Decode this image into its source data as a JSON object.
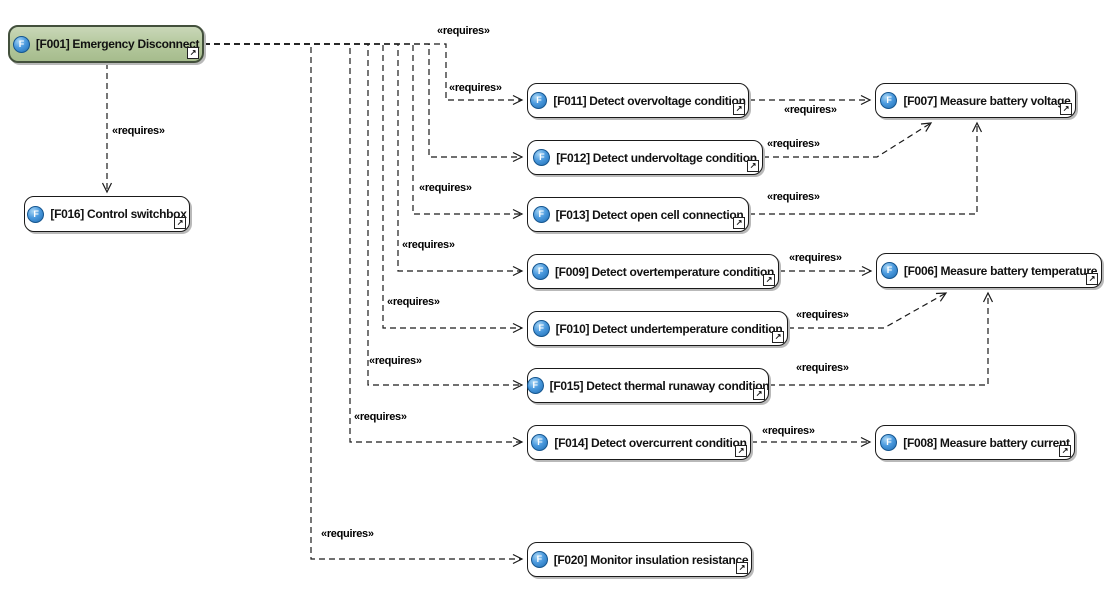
{
  "diagram": {
    "stereotype_label": "«requires»",
    "background": "#ffffff"
  },
  "colors": {
    "node_fill": "#ffffff",
    "node_border": "#1a1a1a",
    "highlight_node_fill": "#b3c79b",
    "highlight_node_border": "#43503c",
    "function_icon_blue": "#2e82c8",
    "line": "#1a1a1a",
    "shadow": "#b9b9b9"
  },
  "icons": {
    "function_glyph": "F",
    "open_diagram_glyph": "↗"
  },
  "nodes": [
    {
      "id": "F001",
      "label": "[F001] Emergency Disconnect"
    },
    {
      "id": "F016",
      "label": "[F016] Control switchbox"
    },
    {
      "id": "F011",
      "label": "[F011] Detect overvoltage condition"
    },
    {
      "id": "F007",
      "label": "[F007] Measure battery voltage"
    },
    {
      "id": "F012",
      "label": "[F012] Detect undervoltage condition"
    },
    {
      "id": "F013",
      "label": "[F013] Detect open cell connection"
    },
    {
      "id": "F009",
      "label": "[F009] Detect overtemperature condition"
    },
    {
      "id": "F006",
      "label": "[F006] Measure battery temperature"
    },
    {
      "id": "F010",
      "label": "[F010] Detect undertemperature condition"
    },
    {
      "id": "F015",
      "label": "[F015] Detect thermal runaway condition"
    },
    {
      "id": "F014",
      "label": "[F014] Detect overcurrent condition"
    },
    {
      "id": "F008",
      "label": "[F008] Measure battery current"
    },
    {
      "id": "F020",
      "label": "[F020] Monitor insulation resistance"
    }
  ],
  "edges": [
    {
      "from": "F001",
      "to": "F016",
      "label": "«requires»"
    },
    {
      "from": "F001",
      "to": "F012",
      "label": "«requires»"
    },
    {
      "from": "F001",
      "to": "F011",
      "label": "«requires»"
    },
    {
      "from": "F001",
      "to": "F013",
      "label": "«requires»"
    },
    {
      "from": "F001",
      "to": "F009",
      "label": "«requires»"
    },
    {
      "from": "F001",
      "to": "F010",
      "label": "«requires»"
    },
    {
      "from": "F001",
      "to": "F015",
      "label": "«requires»"
    },
    {
      "from": "F001",
      "to": "F014",
      "label": "«requires»"
    },
    {
      "from": "F001",
      "to": "F020",
      "label": "«requires»"
    },
    {
      "from": "F011",
      "to": "F007",
      "label": "«requires»"
    },
    {
      "from": "F012",
      "to": "F007",
      "label": "«requires»"
    },
    {
      "from": "F013",
      "to": "F007",
      "label": "«requires»"
    },
    {
      "from": "F009",
      "to": "F006",
      "label": "«requires»"
    },
    {
      "from": "F010",
      "to": "F006",
      "label": "«requires»"
    },
    {
      "from": "F015",
      "to": "F006",
      "label": "«requires»"
    },
    {
      "from": "F014",
      "to": "F008",
      "label": "«requires»"
    }
  ]
}
